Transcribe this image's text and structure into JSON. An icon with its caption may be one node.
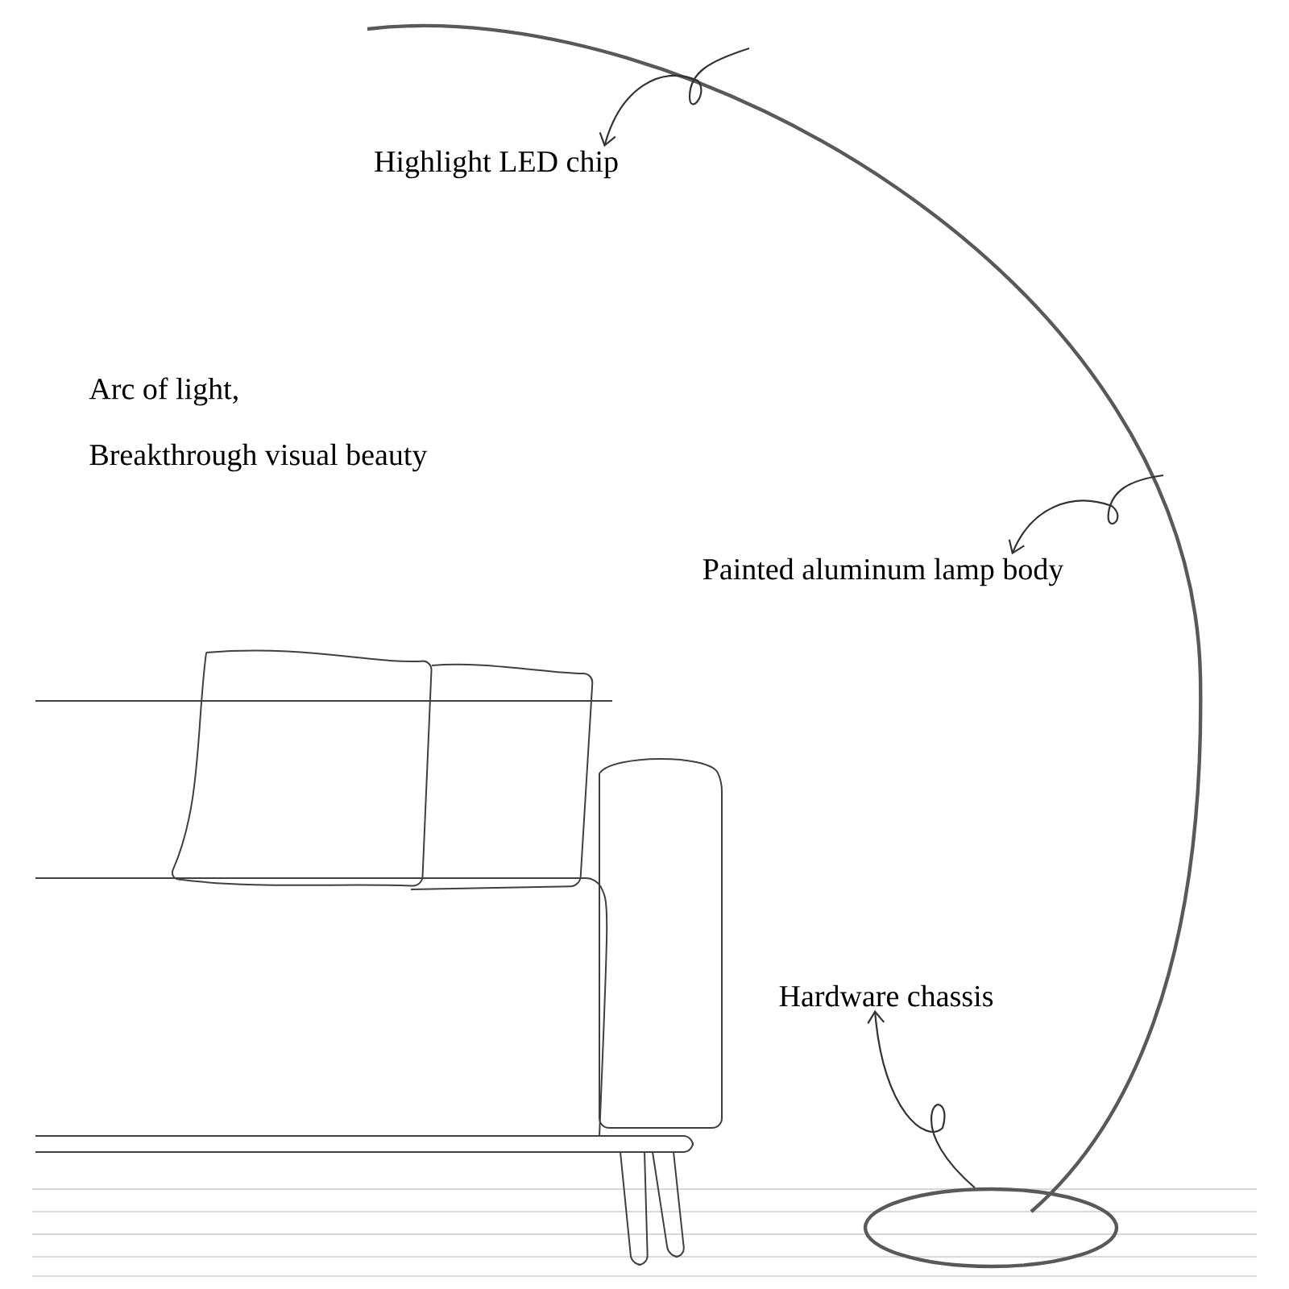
{
  "diagram": {
    "nodes": [
      {
        "text": [
          "Highlight LED chip"
        ]
      },
      {
        "text": [
          "Painted aluminum lamp body"
        ]
      },
      {
        "text": [
          "Hardware chassis"
        ]
      },
      {
        "text": [],
        "shape": "circle"
      }
    ],
    "edges": [
      {
        "from": null,
        "to": 0,
        "arrow": "to"
      },
      {
        "from": null,
        "to": 1,
        "arrow": "to"
      },
      {
        "from": 3,
        "to": 2,
        "arrow": "to"
      }
    ],
    "labels": [
      "Arc of light,",
      "Breakthrough visual beauty"
    ]
  }
}
